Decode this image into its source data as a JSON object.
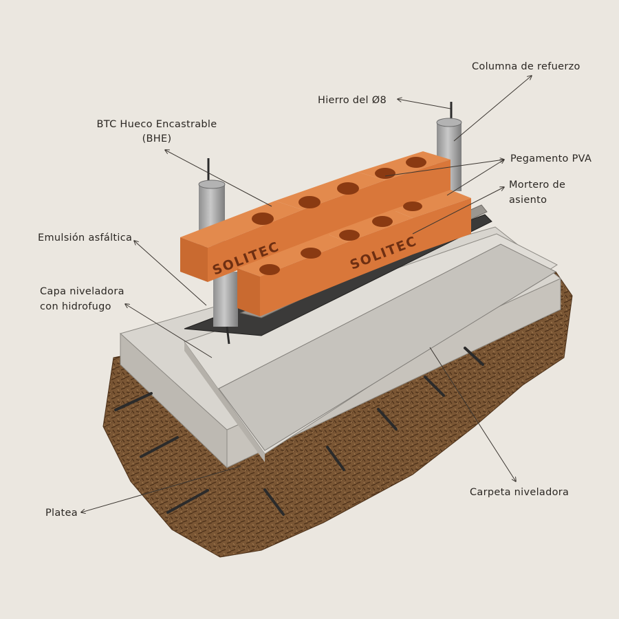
{
  "labels": {
    "columna": "Columna de refuerzo",
    "hierro": "Hierro del Ø8",
    "btc_line1": "BTC Hueco Encastrable",
    "btc_line2": "(BHE)",
    "pegamento": "Pegamento PVA",
    "mortero_line1": "Mortero de",
    "mortero_line2": "asiento",
    "emulsion": "Emulsión asfáltica",
    "capa_line1": "Capa niveladora",
    "capa_line2": "con hidrofugo",
    "carpeta": "Carpeta niveladora",
    "platea": "Platea"
  },
  "brick_brand": "SOLITEC",
  "colors": {
    "background": "#ebe7e0",
    "brick": "#d9773a",
    "brick_dark": "#a9501f",
    "concrete": "#d3d0ca",
    "soil": "#6b4a2c",
    "bitumen": "#3b3a39",
    "rebar": "#2b2b2b"
  }
}
